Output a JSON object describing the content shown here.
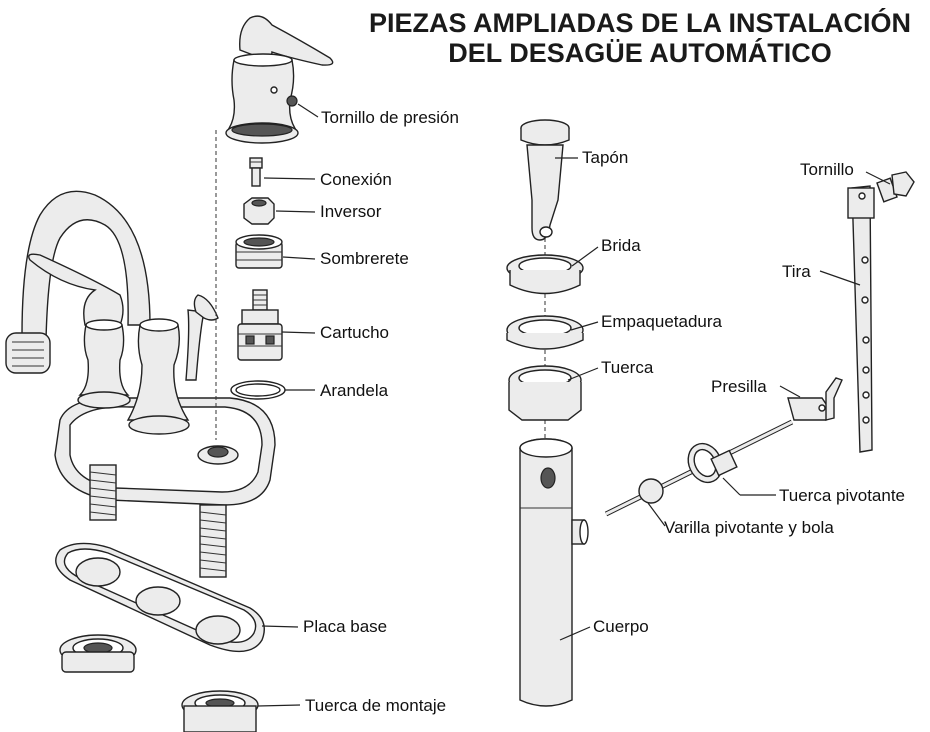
{
  "title": {
    "line1": "PIEZAS AMPLIADAS DE LA INSTALACIÓN",
    "line2": "DEL DESAGÜE AUTOMÁTICO"
  },
  "labels": {
    "tornillo_presion": "Tornillo de presión",
    "conexion": "Conexión",
    "inversor": "Inversor",
    "sombrerete": "Sombrerete",
    "cartucho": "Cartucho",
    "arandela": "Arandela",
    "placa_base": "Placa base",
    "tuerca_montaje": "Tuerca de montaje",
    "tapon": "Tapón",
    "brida": "Brida",
    "empaquetadura": "Empaquetadura",
    "tuerca": "Tuerca",
    "cuerpo": "Cuerpo",
    "tornillo": "Tornillo",
    "tira": "Tira",
    "presilla": "Presilla",
    "tuerca_pivotante": "Tuerca pivotante",
    "varilla_pivotante": "Varilla pivotante y bola"
  }
}
